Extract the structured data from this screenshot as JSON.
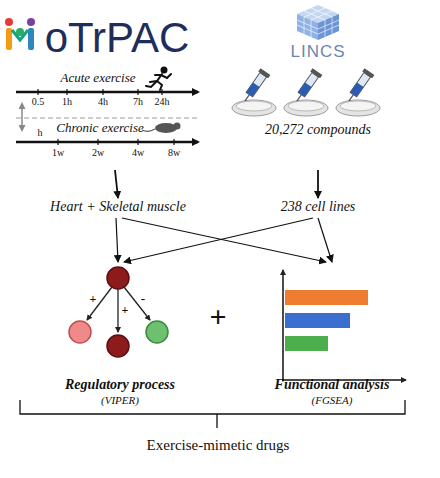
{
  "diagram": {
    "nodes": [
      {
        "text": [
          "oTrPAC"
        ]
      },
      {
        "text": [
          "LINCS",
          "20,272 compounds"
        ]
      },
      {
        "text": [
          "Heart + Skeletal muscle"
        ]
      },
      {
        "text": [
          "238 cell lines"
        ]
      },
      {
        "text": [
          "Regulatory process",
          "(VIPER)"
        ]
      },
      {
        "text": [
          "Functional analysis",
          "(FGSEA)"
        ]
      }
    ],
    "edges": [
      {
        "from": 0,
        "to": 2,
        "arrow": "to"
      },
      {
        "from": 1,
        "to": 3,
        "arrow": "to"
      },
      {
        "from": 2,
        "to": 4,
        "arrow": "to"
      },
      {
        "from": 2,
        "to": 5,
        "arrow": "to"
      },
      {
        "from": 3,
        "to": 5,
        "arrow": "to"
      },
      {
        "from": 3,
        "to": 4,
        "arrow": "to"
      }
    ],
    "labels": [
      "Acute exercise",
      "0.5",
      "1h",
      "4h",
      "7h",
      "24h",
      "h",
      "Chronic exercise",
      "1w",
      "2w",
      "4w",
      "8w",
      "+",
      "+",
      "-",
      "+",
      "Exercise-mimetic drugs"
    ]
  }
}
